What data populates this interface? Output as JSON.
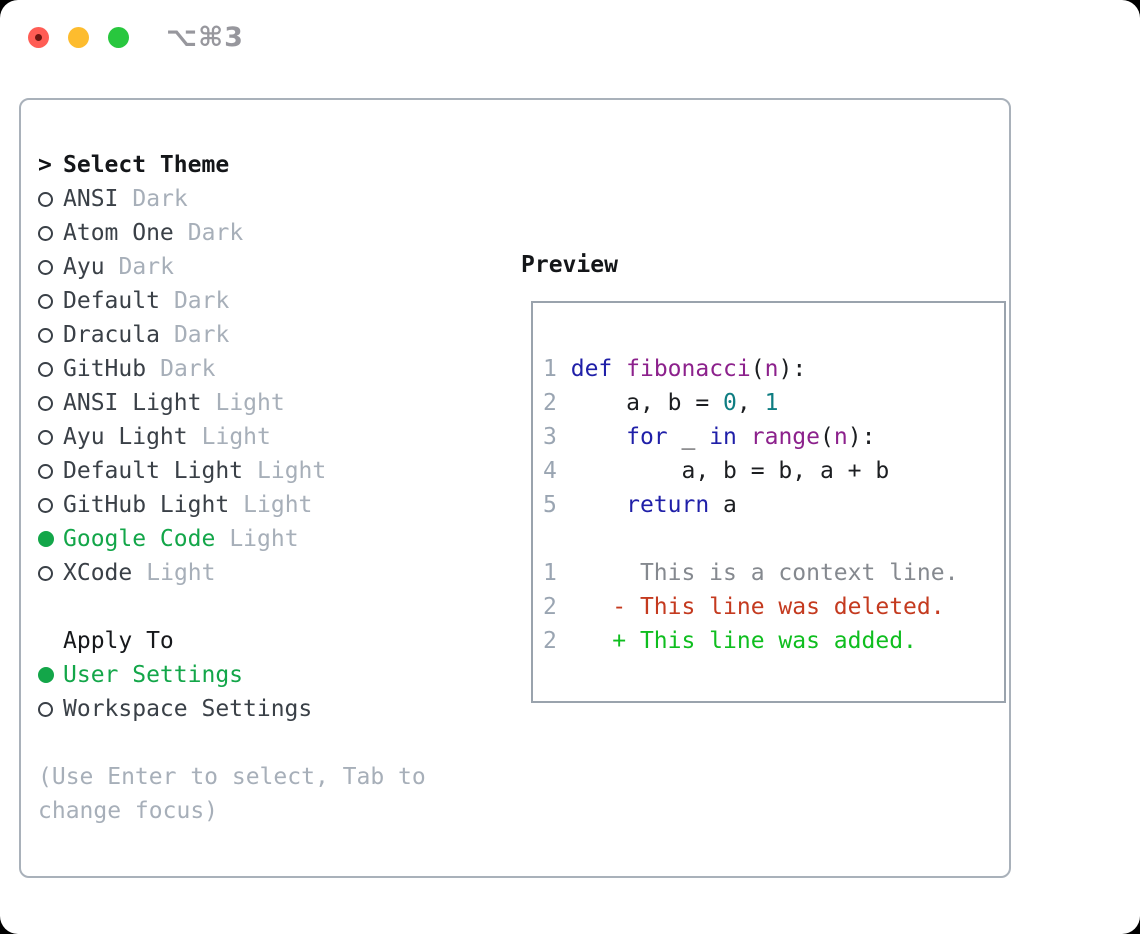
{
  "window": {
    "shortcut_title": "⌥⌘3"
  },
  "select_theme": {
    "header": "Select Theme",
    "caret": ">",
    "items": [
      {
        "name": "ANSI",
        "variant": "Dark",
        "selected": false
      },
      {
        "name": "Atom One",
        "variant": "Dark",
        "selected": false
      },
      {
        "name": "Ayu",
        "variant": "Dark",
        "selected": false
      },
      {
        "name": "Default",
        "variant": "Dark",
        "selected": false
      },
      {
        "name": "Dracula",
        "variant": "Dark",
        "selected": false
      },
      {
        "name": "GitHub",
        "variant": "Dark",
        "selected": false
      },
      {
        "name": "ANSI Light",
        "variant": "Light",
        "selected": false
      },
      {
        "name": "Ayu Light",
        "variant": "Light",
        "selected": false
      },
      {
        "name": "Default Light",
        "variant": "Light",
        "selected": false
      },
      {
        "name": "GitHub Light",
        "variant": "Light",
        "selected": false
      },
      {
        "name": "Google Code",
        "variant": "Light",
        "selected": true
      },
      {
        "name": "XCode",
        "variant": "Light",
        "selected": false
      }
    ]
  },
  "apply_to": {
    "header": "Apply To",
    "options": [
      {
        "label": "User Settings",
        "selected": true
      },
      {
        "label": "Workspace Settings",
        "selected": false
      }
    ]
  },
  "hint": {
    "line1": "(Use Enter to select, Tab to",
    "line2": "change focus)"
  },
  "preview": {
    "header": "Preview",
    "code_lines": [
      {
        "num": "1",
        "tokens": [
          {
            "c": "pln",
            "t": " "
          },
          {
            "c": "kw",
            "t": "def"
          },
          {
            "c": "pln",
            "t": " "
          },
          {
            "c": "fn",
            "t": "fibonacci"
          },
          {
            "c": "pln",
            "t": "("
          },
          {
            "c": "fn",
            "t": "n"
          },
          {
            "c": "pln",
            "t": "):"
          }
        ]
      },
      {
        "num": "2",
        "tokens": [
          {
            "c": "pln",
            "t": "     a, b = "
          },
          {
            "c": "lit",
            "t": "0"
          },
          {
            "c": "pln",
            "t": ", "
          },
          {
            "c": "lit",
            "t": "1"
          }
        ]
      },
      {
        "num": "3",
        "tokens": [
          {
            "c": "pln",
            "t": "     "
          },
          {
            "c": "kw",
            "t": "for"
          },
          {
            "c": "pln",
            "t": " _ "
          },
          {
            "c": "kw",
            "t": "in"
          },
          {
            "c": "pln",
            "t": " "
          },
          {
            "c": "fn",
            "t": "range"
          },
          {
            "c": "pln",
            "t": "("
          },
          {
            "c": "fn",
            "t": "n"
          },
          {
            "c": "pln",
            "t": "):"
          }
        ]
      },
      {
        "num": "4",
        "tokens": [
          {
            "c": "pln",
            "t": "         a, b = b, a + b"
          }
        ]
      },
      {
        "num": "5",
        "tokens": [
          {
            "c": "pln",
            "t": "     "
          },
          {
            "c": "kw",
            "t": "return"
          },
          {
            "c": "pln",
            "t": " a"
          }
        ]
      }
    ],
    "diff_lines": [
      {
        "num": "1",
        "kind": "context",
        "text": "      This is a context line."
      },
      {
        "num": "2",
        "kind": "deleted",
        "text": "    - This line was deleted."
      },
      {
        "num": "2",
        "kind": "added",
        "text": "    + This line was added."
      }
    ]
  },
  "colors": {
    "accent_green": "#13a649",
    "keyword_blue": "#1f1fa8",
    "function_purple": "#8c218c",
    "literal_teal": "#0e7d82",
    "diff_red": "#c43a1f",
    "diff_green": "#0fbe1f",
    "muted_gray": "#a7afb9",
    "panel_border": "#a9b1ba"
  }
}
